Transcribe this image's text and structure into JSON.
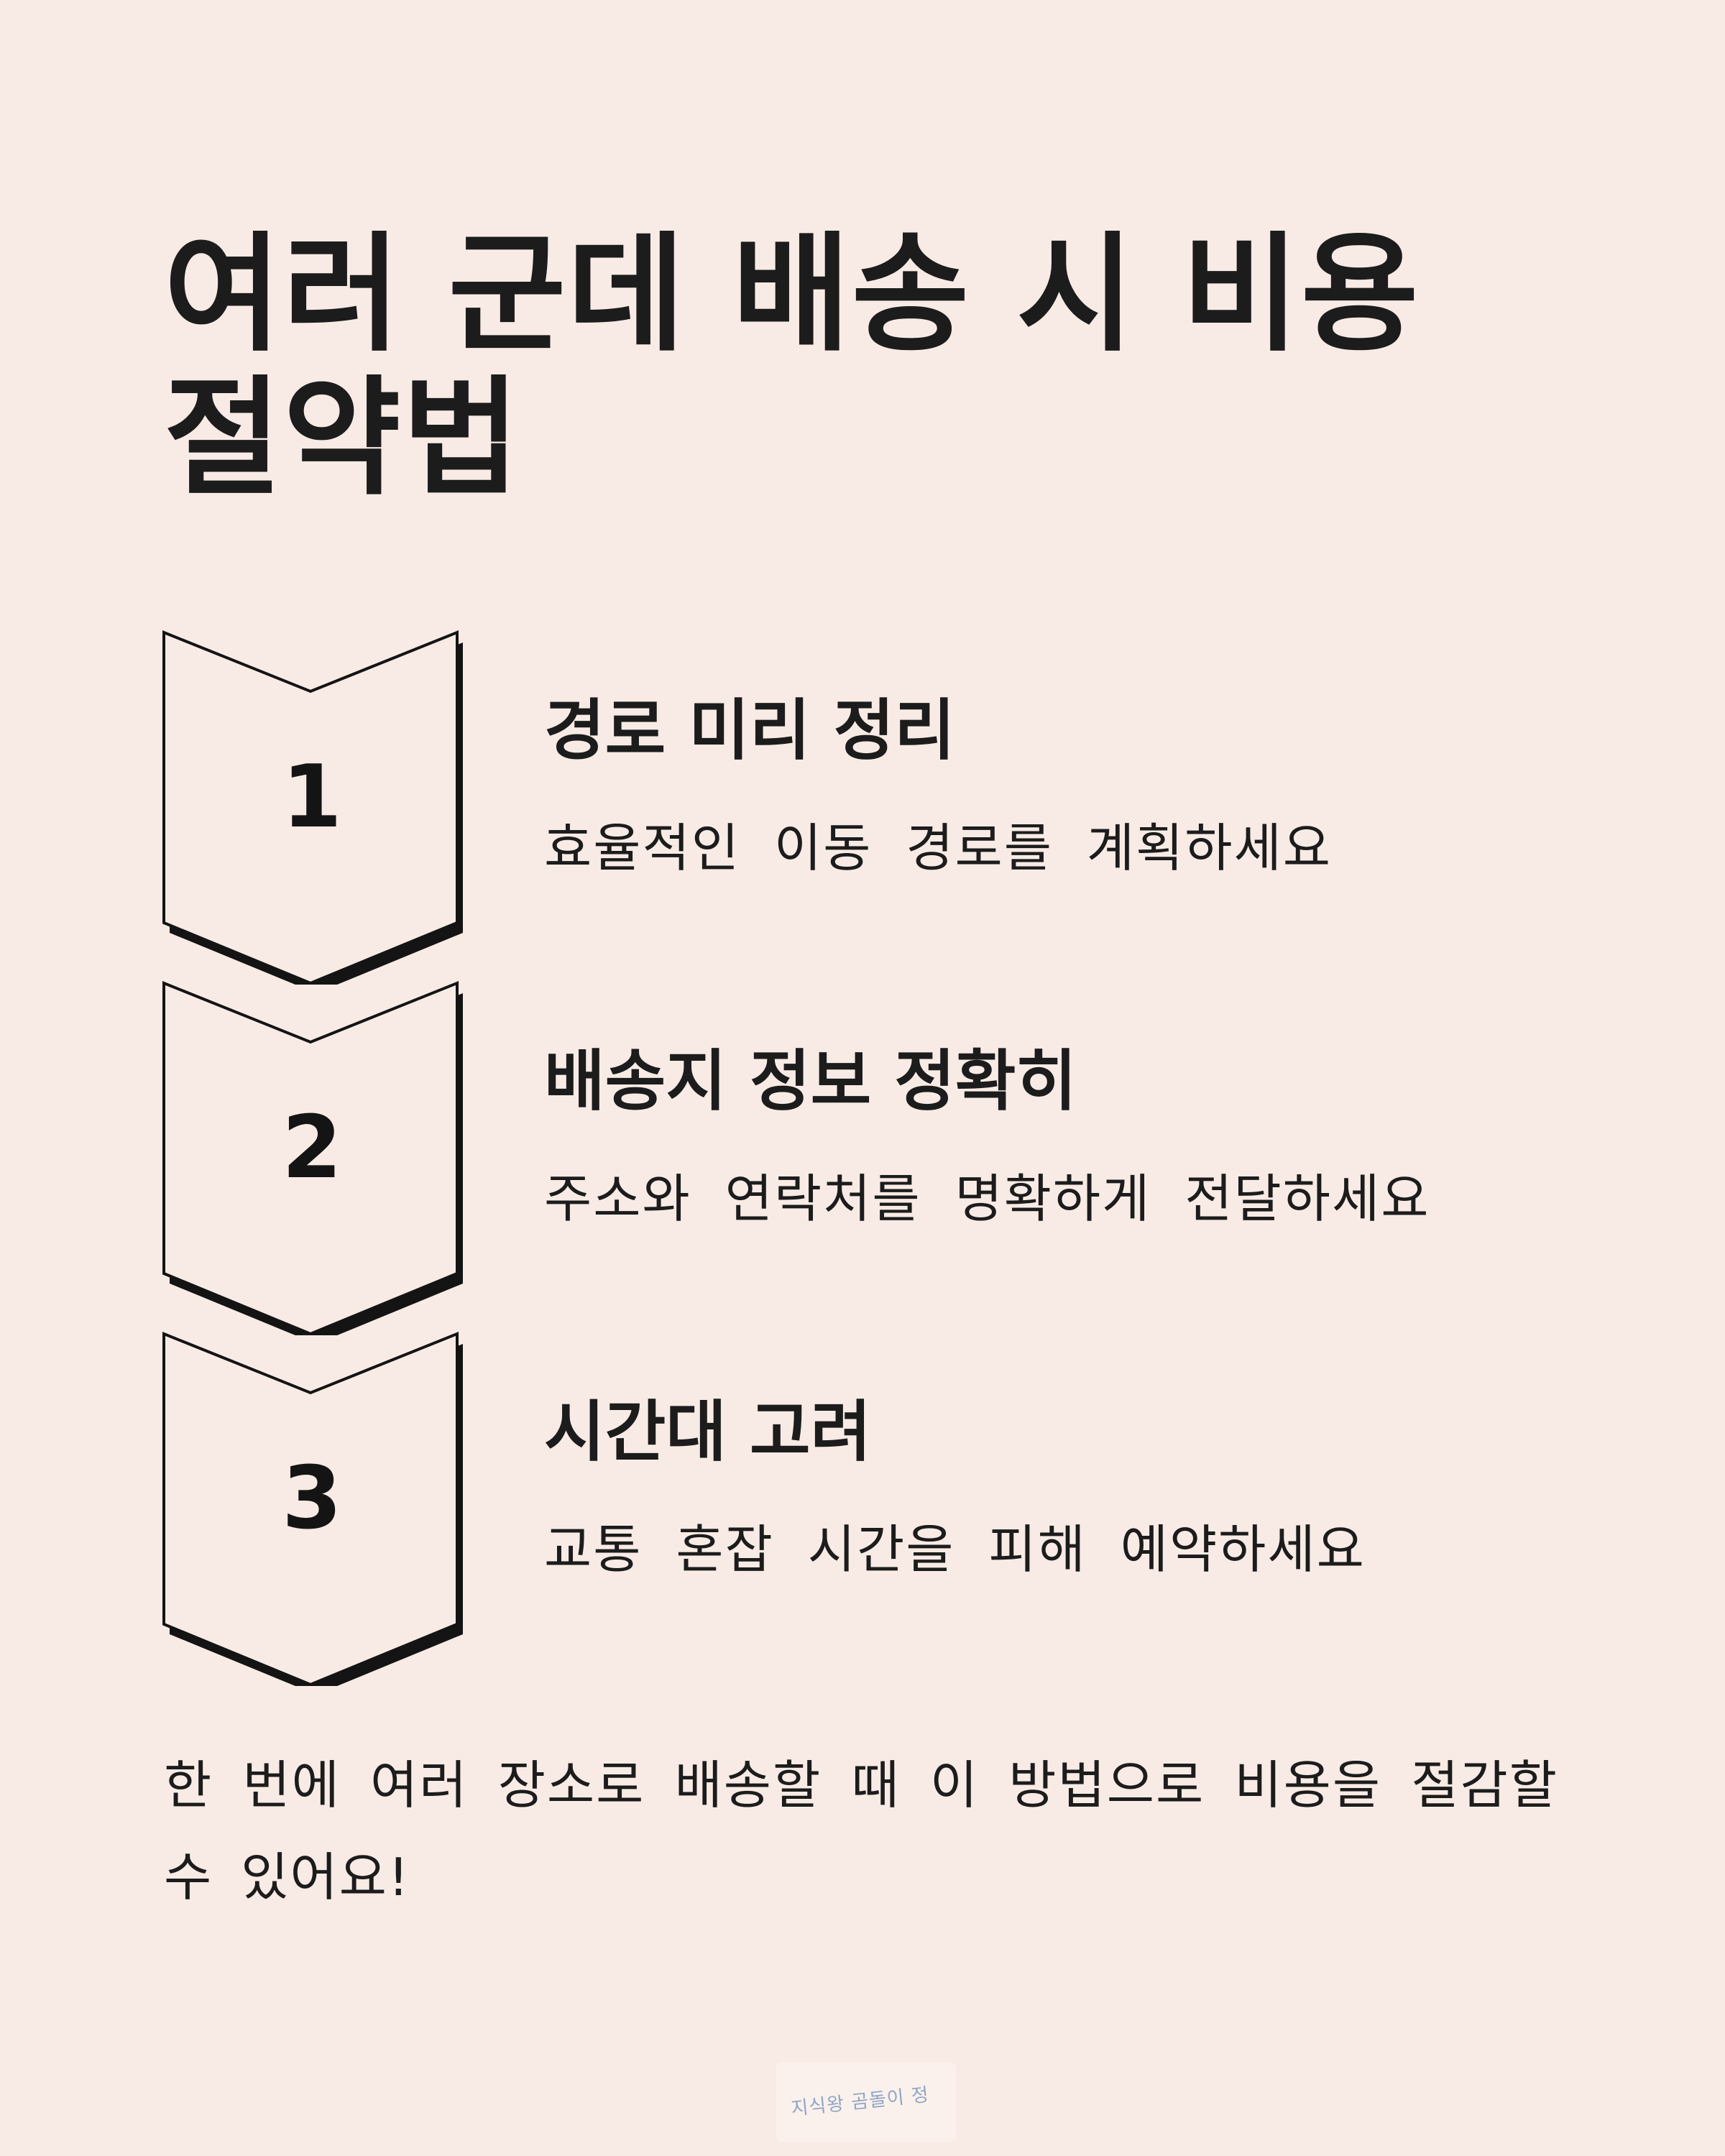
{
  "title": "여러 군데 배송 시 비용 절약법",
  "steps": [
    {
      "number": "1",
      "heading": "경로 미리 정리",
      "description": "효율적인 이동 경로를 계획하세요"
    },
    {
      "number": "2",
      "heading": "배송지 정보 정확히",
      "description": "주소와 연락처를 명확하게 전달하세요"
    },
    {
      "number": "3",
      "heading": "시간대 고려",
      "description": "교통 혼잡 시간을 피해 예약하세요"
    }
  ],
  "footer": "한 번에 여러 장소로 배송할 때 이 방법으로 비용을 절감할 수 있어요!",
  "watermark": "지식왕 곰돌이 정",
  "colors": {
    "background": "#f8ebe5",
    "text": "#1c1c1c",
    "chevron_fill": "#f8ebe5",
    "chevron_stroke": "#141414"
  },
  "icons": [
    "chevron-down-badge-icon"
  ]
}
